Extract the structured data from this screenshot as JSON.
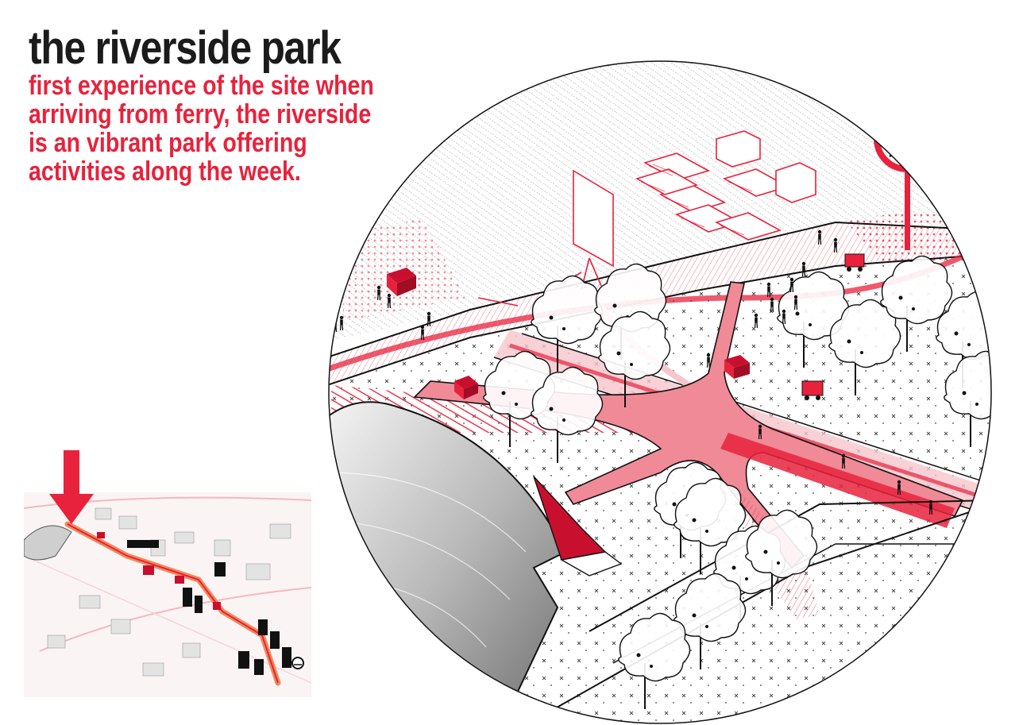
{
  "title": "the riverside park",
  "subtitle_lines": [
    "first experience of the site when",
    "arriving from ferry, the riverside",
    "is an vibrant park offering",
    "activities along the week."
  ],
  "colors": {
    "accent_red": "#e8223c",
    "dark_red": "#c8102e",
    "pink_path": "#ef8a96",
    "light_pink": "#f6c6cc",
    "ink": "#1b1b1b",
    "hatch_gray": "#9a9a9a"
  },
  "icons": {
    "ferry_sign": "ferry-sign-icon",
    "location_arrow": "location-arrow-icon"
  }
}
